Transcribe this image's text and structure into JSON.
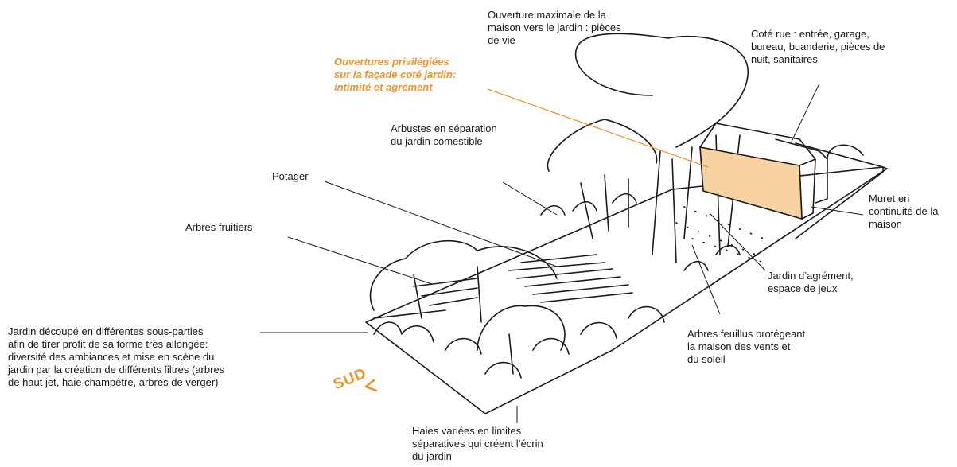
{
  "labels": {
    "ouverture_max": [
      "Ouverture maximale de la",
      "maison vers le jardin : pièces",
      "de vie"
    ],
    "cote_rue": [
      "Coté rue : entrée, garage,",
      "bureau, buanderie, pièces de",
      "nuit, sanitaires"
    ],
    "ouvertures_priv": [
      "Ouvertures privilégiées",
      "sur la façade coté jardin:",
      "intimité et agrément"
    ],
    "arbustes": [
      "Arbustes en séparation",
      "du jardin comestible"
    ],
    "potager": [
      "Potager"
    ],
    "arbres_fruitiers": [
      "Arbres fruitiers"
    ],
    "muret": [
      "Muret en",
      "continuité de la",
      "maison"
    ],
    "jardin_agrement": [
      "Jardin d’agrément,",
      "espace de jeux"
    ],
    "arbres_feuillus": [
      "Arbres feuillus protégeant",
      "la maison des vents et",
      "du soleil"
    ],
    "jardin_decoupe": [
      "Jardin découpé en différentes sous-parties",
      "afin de tirer profit de sa forme très allongée:",
      "diversité des ambiances et mise en scène du",
      "jardin par la création de différents filtres (arbres",
      "de haut jet, haie champêtre, arbres de verger)"
    ],
    "haies": [
      "Haies variées en limites",
      "séparatives qui créent l’écrin",
      "du jardin"
    ],
    "sud": "SUD"
  },
  "colors": {
    "accent": "#f0932f",
    "house_fill": "#f8d3a1",
    "ink": "#1a1a1a"
  }
}
